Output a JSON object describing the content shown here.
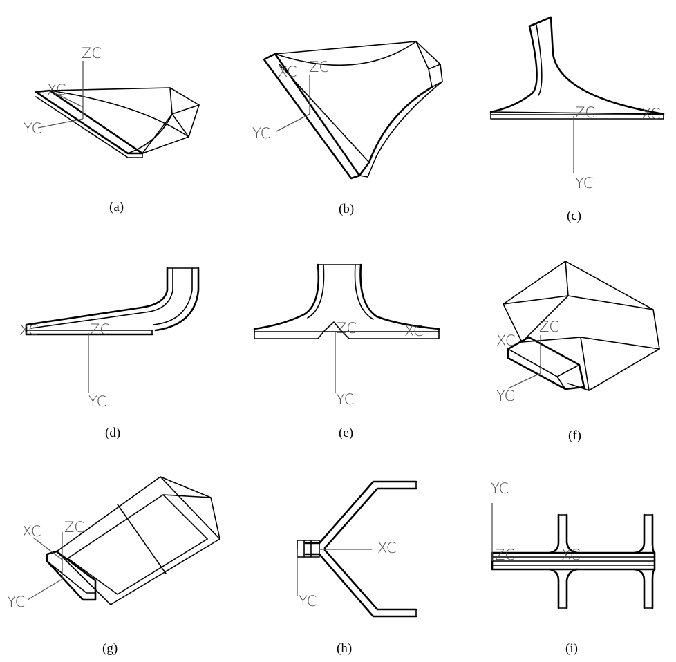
{
  "panels": [
    {
      "caption": "(a)",
      "axes": {
        "z": "ZC",
        "x": "XC",
        "y": "YC"
      }
    },
    {
      "caption": "(b)",
      "axes": {
        "z": "ZC",
        "x": "XC",
        "y": "YC"
      }
    },
    {
      "caption": "(c)",
      "axes": {
        "z": "ZC",
        "x": "XC",
        "y": "YC"
      }
    },
    {
      "caption": "(d)",
      "axes": {
        "z": "ZC",
        "x": "XC",
        "y": "YC"
      }
    },
    {
      "caption": "(e)",
      "axes": {
        "z": "ZC",
        "x": "XC",
        "y": "YC"
      }
    },
    {
      "caption": "(f)",
      "axes": {
        "z": "ZC",
        "x": "XC",
        "y": "YC"
      }
    },
    {
      "caption": "(g)",
      "axes": {
        "z": "ZC",
        "x": "XC",
        "y": "YC"
      }
    },
    {
      "caption": "(h)",
      "axes": {
        "x": "XC",
        "y": "YC"
      }
    },
    {
      "caption": "(i)",
      "axes": {
        "z": "ZC",
        "x": "XC",
        "y": "YC"
      }
    }
  ],
  "colors": {
    "line": "#000000",
    "axis": "#555555",
    "background": "#ffffff"
  }
}
